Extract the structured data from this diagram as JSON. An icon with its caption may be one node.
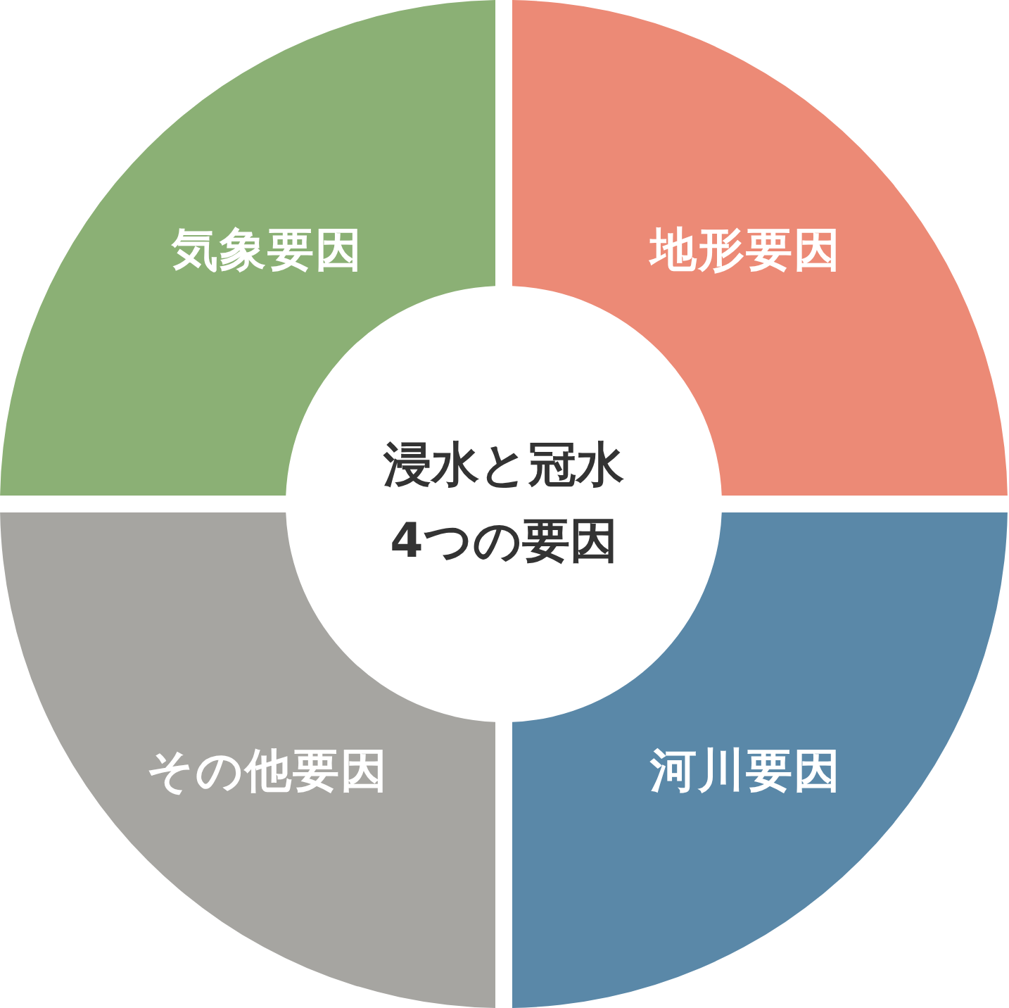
{
  "diagram": {
    "nodes": [
      {
        "text": [
          "気象要因"
        ]
      },
      {
        "text": [
          "地形要因"
        ]
      },
      {
        "text": [
          "浸水と冠水4つの要因"
        ]
      },
      {
        "text": [
          "その他要因"
        ]
      },
      {
        "text": [
          "河川要因"
        ]
      }
    ]
  }
}
